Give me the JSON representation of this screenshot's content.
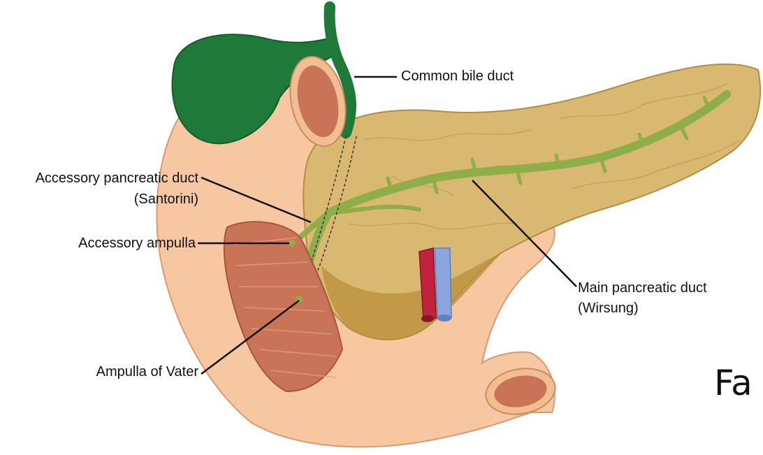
{
  "labels": {
    "common_bile_duct": "Common bile duct",
    "accessory_duct_line1": "Accessory pancreatic duct",
    "accessory_duct_line2": "(Santorini)",
    "accessory_ampulla": "Accessory ampulla",
    "main_duct_line1": "Main pancreatic duct",
    "main_duct_line2": "(Wirsung)",
    "ampulla_of_vater": "Ampulla of Vater"
  },
  "cropped_slide_text": "Fa",
  "colors": {
    "gallbladder": "#1f7a3a",
    "pancreas": "#c9a65c",
    "pancreas_shadow": "#a8822e",
    "duct": "#8fae4a",
    "duodenum": "#f6c7a0",
    "duodenum_inner": "#c97456",
    "artery": "#c0233e",
    "vein": "#8aa6dd"
  }
}
